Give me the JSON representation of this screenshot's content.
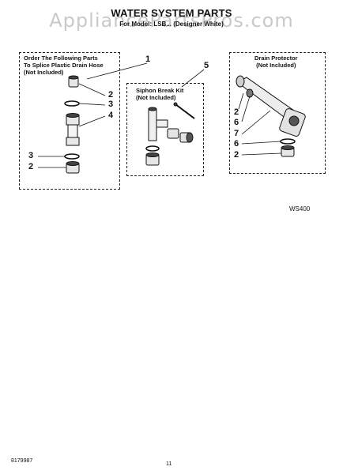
{
  "watermark": "AppliancePartsPros.com",
  "header": {
    "title": "WATER SYSTEM PARTS",
    "model_line": "For Model: LSB... (Designer White)",
    "subtitle": "(Designer White)"
  },
  "groups": {
    "splice": {
      "line1": "Order The Following Parts",
      "line2": "To Splice Plastic Drain Hose",
      "line3": "(Not Included)"
    },
    "siphon": {
      "line1": "Siphon Break Kit",
      "line2": "(Not Included)"
    },
    "drain": {
      "line1": "Drain Protector",
      "line2": "(Not Included)"
    }
  },
  "callouts": {
    "n1": "1",
    "n2a": "2",
    "n3a": "3",
    "n4": "4",
    "n3b": "3",
    "n2b": "2",
    "n5": "5",
    "n2c": "2",
    "n6a": "6",
    "n7": "7",
    "n6b": "6",
    "n2d": "2"
  },
  "diagram_code": "WS400",
  "footer": {
    "doc_number": "8179987",
    "page_number": "11"
  }
}
